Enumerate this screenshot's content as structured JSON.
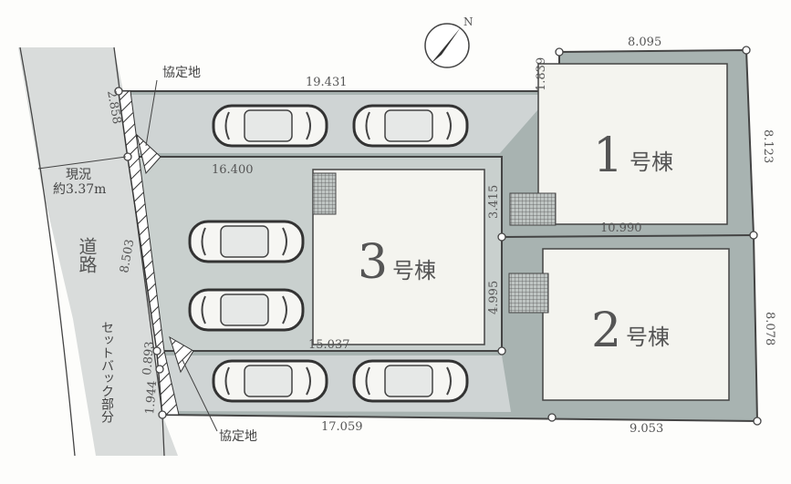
{
  "compass": {
    "north_label": "N"
  },
  "road": {
    "label": "道路",
    "setback_label": "セットバック部分",
    "current_width_label": "現況",
    "current_width_value": "約3.37m"
  },
  "agreement_land": {
    "top_label": "協定地",
    "bottom_label": "協定地"
  },
  "buildings": [
    {
      "number": "1",
      "suffix": "号棟"
    },
    {
      "number": "2",
      "suffix": "号棟"
    },
    {
      "number": "3",
      "suffix": "号棟"
    }
  ],
  "dimensions": {
    "top_north": "19.431",
    "small_step": "1.839",
    "top_lot1": "8.095",
    "east_lot1": "8.123",
    "east_lot2": "8.078",
    "lot1_lot2_border": "10.990",
    "lot3_top": "16.400",
    "lot3_bottom": "15.037",
    "lot3_east_upper": "3.415",
    "lot3_east_lower": "4.995",
    "south_west": "17.059",
    "south_east": "9.053",
    "west_top": "2.858",
    "west_middle": "8.503",
    "west_bottom_a": "1.944",
    "west_bottom_b": "0.893"
  },
  "colors": {
    "lot_fill": "#a8b3b1",
    "building_fill": "#f4f4ef",
    "road_fill": "#d9dcdb",
    "line": "#4a4a4a"
  }
}
